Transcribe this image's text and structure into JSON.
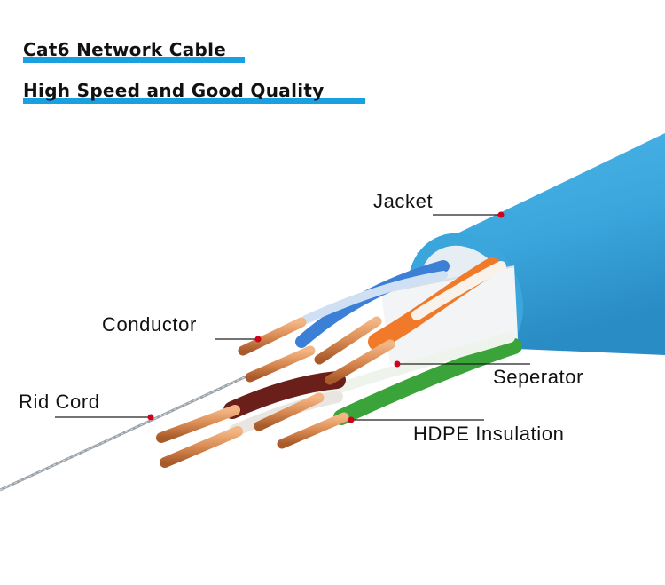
{
  "headings": {
    "title": "Cat6 Network Cable",
    "subtitle": "High Speed and Good Quality"
  },
  "callouts": {
    "jacket": "Jacket",
    "conductor": "Conductor",
    "separator": "Seperator",
    "rid_cord": "Rid Cord",
    "insulation": "HDPE Insulation"
  },
  "colors": {
    "accent_bar": "#1a9fe0",
    "jacket": "#3aa6dc",
    "copper": "#d98a52",
    "orange_wire": "#f07a2a",
    "brown_wire": "#6b1f1a",
    "green_wire": "#3aa33a",
    "blue_wire": "#3b7fd6",
    "marker": "#d0021b"
  }
}
